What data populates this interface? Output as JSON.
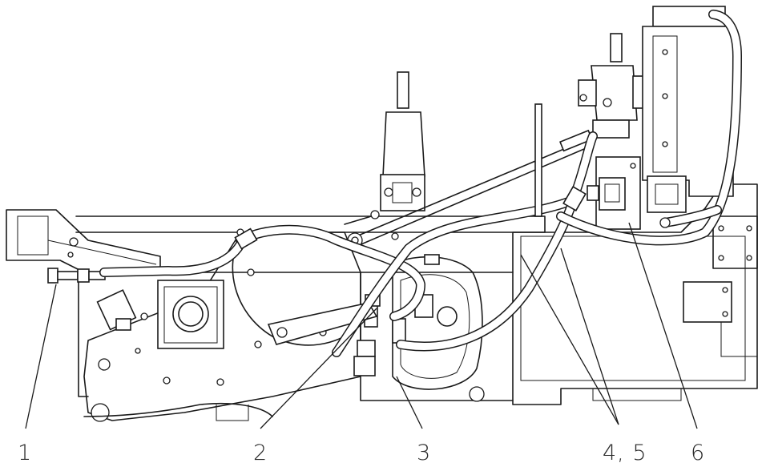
{
  "callouts": [
    {
      "id": "1",
      "label": "1"
    },
    {
      "id": "2",
      "label": "2"
    },
    {
      "id": "3",
      "label": "3"
    },
    {
      "id": "45",
      "label": "4, 5"
    },
    {
      "id": "6",
      "label": "6"
    }
  ],
  "colors": {
    "line": "#1a1a1a",
    "background": "#ffffff"
  }
}
